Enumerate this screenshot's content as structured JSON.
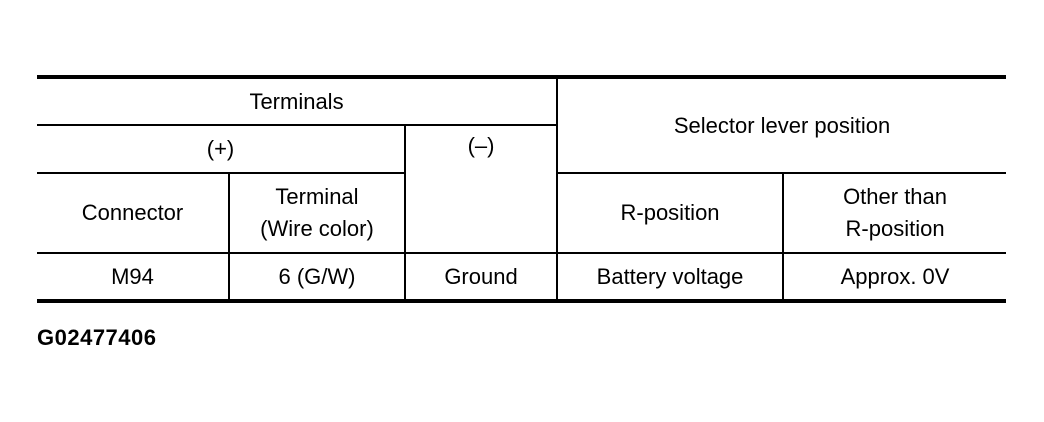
{
  "table": {
    "headers": {
      "terminals": "Terminals",
      "positive": "(+)",
      "negative": "(–)",
      "selector_lever_position": "Selector lever position",
      "connector": "Connector",
      "terminal_line1": "Terminal",
      "terminal_line2": "(Wire color)",
      "r_position": "R-position",
      "other_than_line1": "Other than",
      "other_than_line2": "R-position"
    },
    "rows": [
      {
        "connector": "M94",
        "terminal": "6 (G/W)",
        "negative": "Ground",
        "r_position": "Battery voltage",
        "other_than_r_position": "Approx. 0V"
      }
    ]
  },
  "doc_code": "G02477406"
}
